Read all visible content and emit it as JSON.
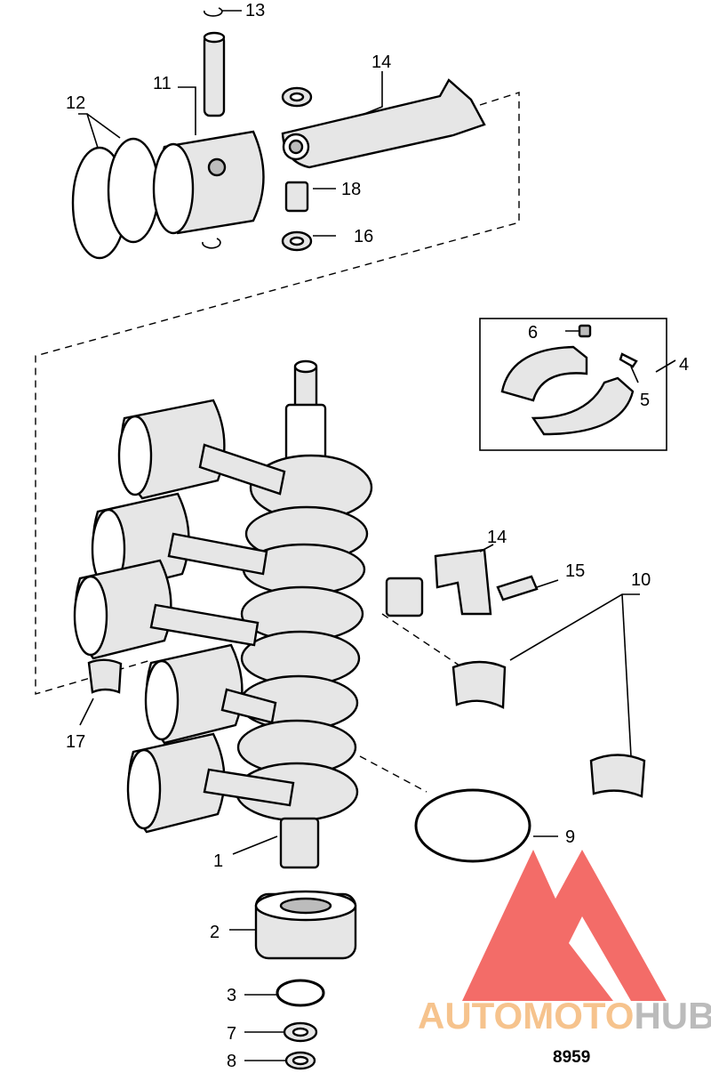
{
  "callouts": {
    "c1": "1",
    "c2": "2",
    "c3": "3",
    "c4": "4",
    "c5": "5",
    "c6": "6",
    "c7": "7",
    "c8": "8",
    "c9": "9",
    "c10": "10",
    "c11": "11",
    "c12": "12",
    "c13": "13",
    "c14a": "14",
    "c14b": "14",
    "c15": "15",
    "c16": "16",
    "c17": "17",
    "c18": "18"
  },
  "reference_number": "8959",
  "watermark": {
    "part1": "AUTO",
    "part2": "MOTO",
    "part3": "HUB",
    "color_orange": "#f5b97a",
    "color_gray": "#b0b0b0",
    "color_logo": "#ef3b36"
  }
}
